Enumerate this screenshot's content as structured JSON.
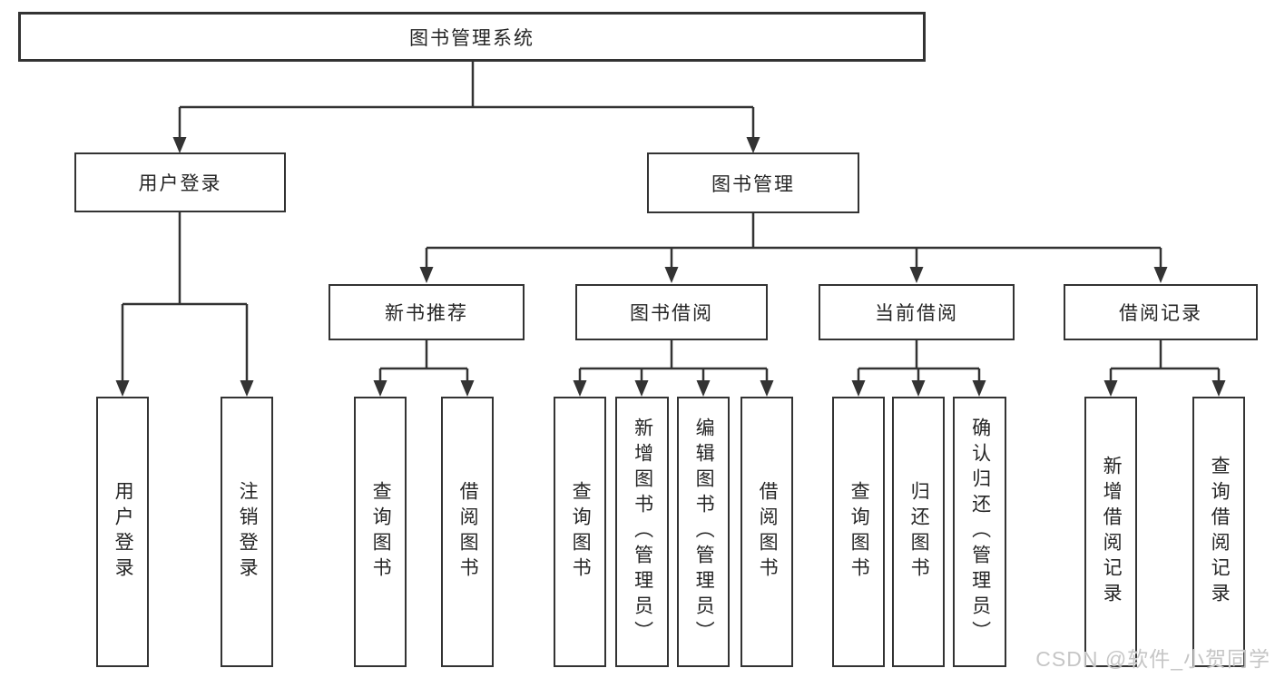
{
  "diagram": {
    "type": "hierarchy-tree",
    "title": "图书管理系统",
    "colors": {
      "line": "#333333",
      "text": "#252525",
      "background": "#ffffff",
      "watermark": "#c6c6c6"
    },
    "root": {
      "label": "图书管理系统"
    },
    "level2": [
      {
        "id": "user-login",
        "label": "用户登录",
        "children": [
          {
            "label": "用户登录"
          },
          {
            "label": "注销登录"
          }
        ]
      },
      {
        "id": "book-management",
        "label": "图书管理",
        "children": [
          {
            "id": "new-book-recommend",
            "label": "新书推荐",
            "children": [
              {
                "label": "查询图书"
              },
              {
                "label": "借阅图书"
              }
            ]
          },
          {
            "id": "book-borrowing",
            "label": "图书借阅",
            "children": [
              {
                "label": "查询图书"
              },
              {
                "label": "新增图书（管理员）"
              },
              {
                "label": "编辑图书（管理员）"
              },
              {
                "label": "借阅图书"
              }
            ]
          },
          {
            "id": "current-borrowing",
            "label": "当前借阅",
            "children": [
              {
                "label": "查询图书"
              },
              {
                "label": "归还图书"
              },
              {
                "label": "确认归还（管理员）"
              }
            ]
          },
          {
            "id": "borrowing-records",
            "label": "借阅记录",
            "children": [
              {
                "label": "新增借阅记录"
              },
              {
                "label": "查询借阅记录"
              }
            ]
          }
        ]
      }
    ],
    "watermark": "CSDN @软件_小贺同学"
  }
}
